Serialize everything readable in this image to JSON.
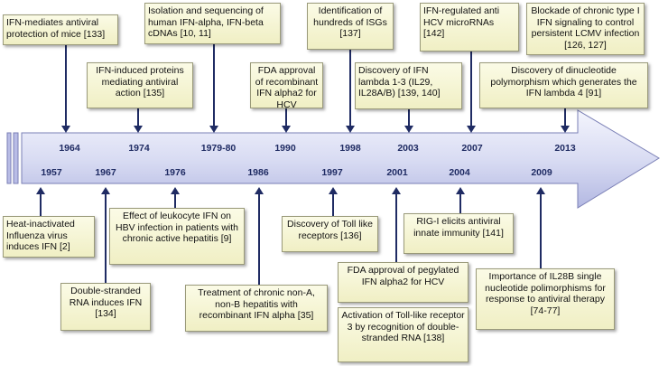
{
  "timeline": {
    "top_years": [
      "1964",
      "1974",
      "1979-80",
      "1990",
      "1998",
      "2003",
      "2007",
      "2013"
    ],
    "bottom_years": [
      "1957",
      "1967",
      "1976",
      "1986",
      "1997",
      "2001",
      "2004",
      "2009"
    ],
    "events_top": [
      {
        "year": "1964",
        "text": "IFN-mediates antiviral protection of mice [133]"
      },
      {
        "year": "1974",
        "text": "IFN-induced proteins mediating antiviral action [135]"
      },
      {
        "year": "1979-80",
        "text": "Isolation and sequencing of human IFN-alpha, IFN-beta cDNAs [10, 11]"
      },
      {
        "year": "1990",
        "text": "FDA approval of recombinant IFN alpha2 for HCV"
      },
      {
        "year": "1998",
        "text": "Identification of hundreds of ISGs [137]"
      },
      {
        "year": "2003",
        "text": "Discovery of IFN lambda 1-3 (IL29, IL28A/B) [139, 140]"
      },
      {
        "year": "2007",
        "text": "IFN-regulated anti HCV microRNAs [142]"
      },
      {
        "year": "2013a",
        "text": "Blockade of chronic type I IFN signaling to control persistent LCMV infection [126, 127]"
      },
      {
        "year": "2013b",
        "text": "Discovery of dinucleotide polymorphism which generates the IFN  lambda 4 [91]"
      }
    ],
    "events_bottom": [
      {
        "year": "1957",
        "text": "Heat-inactivated Influenza virus induces IFN [2]"
      },
      {
        "year": "1967",
        "text": "Double-stranded RNA induces IFN [134]"
      },
      {
        "year": "1976",
        "text": "Effect of leukocyte IFN on HBV infection in patients with chronic active hepatitis [9]"
      },
      {
        "year": "1986",
        "text": "Treatment of chronic non-A, non-B hepatitis with recombinant  IFN alpha [35]"
      },
      {
        "year": "1997",
        "text": "Discovery of Toll like receptors [136]"
      },
      {
        "year": "2001a",
        "text": "FDA approval of pegylated IFN alpha2 for HCV"
      },
      {
        "year": "2001b",
        "text": "Activation of Toll-like receptor 3 by recognition of double-stranded RNA [138]"
      },
      {
        "year": "2004",
        "text": "RIG-I elicits antiviral innate immunity [141]"
      },
      {
        "year": "2009",
        "text": "Importance of IL28B single nucleotide polimorphisms for response to antiviral therapy [74-77]"
      }
    ]
  },
  "colors": {
    "arrow_light": "#eef0fb",
    "arrow_dark": "#b7bce6",
    "line": "#1f2b63",
    "box": "#f3f2cf"
  }
}
